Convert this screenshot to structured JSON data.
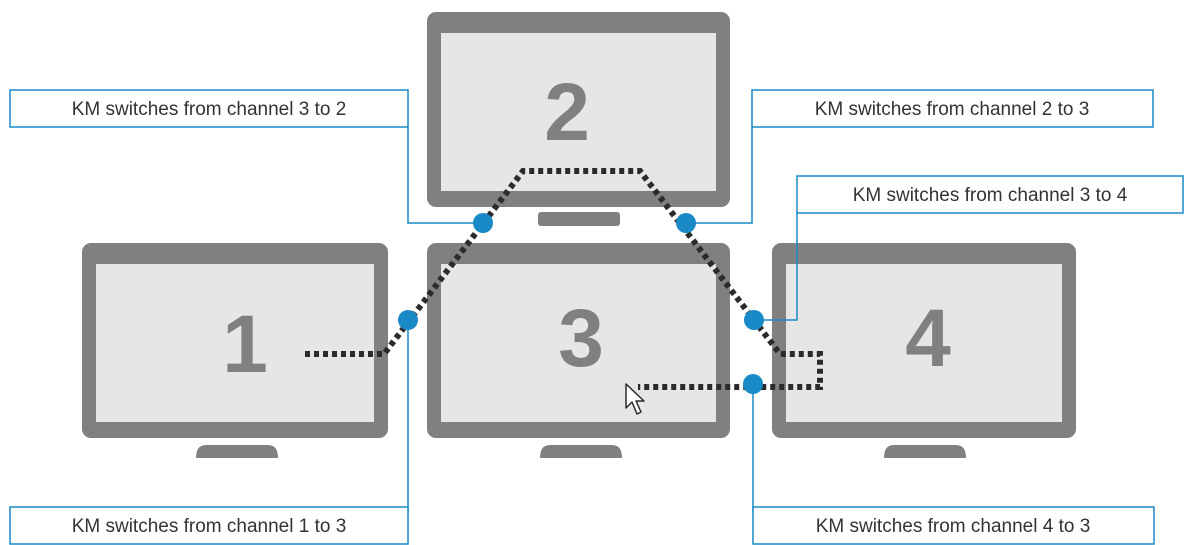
{
  "accent_color": "#1a8ac7",
  "monitor_color": "#808080",
  "screen_color": "#e6e6e6",
  "monitors": [
    {
      "id": "1",
      "label": "1"
    },
    {
      "id": "2",
      "label": "2"
    },
    {
      "id": "3",
      "label": "3"
    },
    {
      "id": "4",
      "label": "4"
    }
  ],
  "callouts": [
    {
      "id": "3-to-2",
      "text": "KM switches from channel 3 to 2"
    },
    {
      "id": "2-to-3",
      "text": "KM switches from channel 2 to 3"
    },
    {
      "id": "3-to-4",
      "text": "KM switches from channel 3 to 4"
    },
    {
      "id": "1-to-3",
      "text": "KM switches from channel 1 to 3"
    },
    {
      "id": "4-to-3",
      "text": "KM switches from channel 4 to 3"
    }
  ],
  "cursor_icon": "mouse-pointer-icon"
}
